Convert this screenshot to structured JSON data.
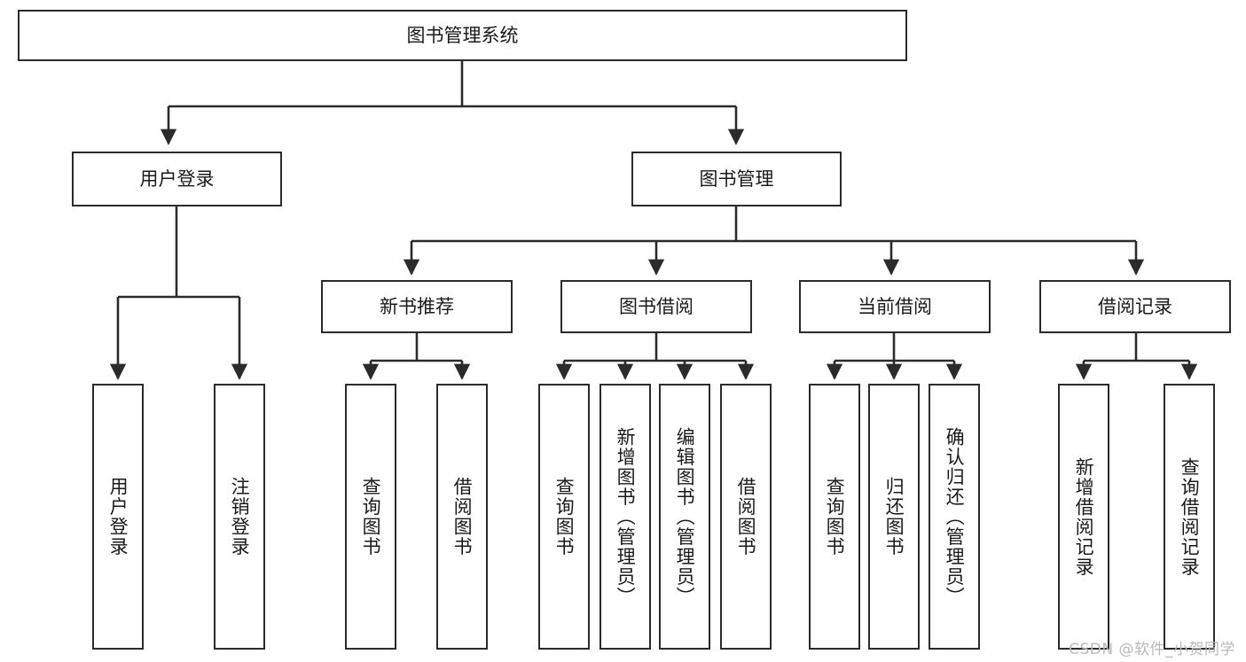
{
  "diagram": {
    "title": "图书管理系统",
    "watermark": "CSDN @软件_小贺同学",
    "line_color": "#2b2b2b",
    "box_fill": "#ffffff",
    "text_color": "#1a1a1a",
    "nodes": {
      "root": "图书管理系统",
      "l2_user_login": "用户登录",
      "l2_book_mgmt": "图书管理",
      "l3_new_book_rec": "新书推荐",
      "l3_book_borrow": "图书借阅",
      "l3_current_borrow": "当前借阅",
      "l3_borrow_record": "借阅记录",
      "leaf_user_login": "用户登录",
      "leaf_logout": "注销登录",
      "leaf_query_book_1": "查询图书",
      "leaf_borrow_book_1": "借阅图书",
      "leaf_query_book_2": "查询图书",
      "leaf_add_book_admin": "新增图书（管理员）",
      "leaf_edit_book_admin": "编辑图书（管理员）",
      "leaf_borrow_book_2": "借阅图书",
      "leaf_query_book_3": "查询图书",
      "leaf_return_book": "归还图书",
      "leaf_confirm_return_admin": "确认归还（管理员）",
      "leaf_add_record": "新增借阅记录",
      "leaf_query_record": "查询借阅记录"
    },
    "hierarchy": [
      {
        "label": "图书管理系统",
        "children": [
          {
            "label": "用户登录",
            "children": [
              {
                "label": "用户登录"
              },
              {
                "label": "注销登录"
              }
            ]
          },
          {
            "label": "图书管理",
            "children": [
              {
                "label": "新书推荐",
                "children": [
                  {
                    "label": "查询图书"
                  },
                  {
                    "label": "借阅图书"
                  }
                ]
              },
              {
                "label": "图书借阅",
                "children": [
                  {
                    "label": "查询图书"
                  },
                  {
                    "label": "新增图书（管理员）"
                  },
                  {
                    "label": "编辑图书（管理员）"
                  },
                  {
                    "label": "借阅图书"
                  }
                ]
              },
              {
                "label": "当前借阅",
                "children": [
                  {
                    "label": "查询图书"
                  },
                  {
                    "label": "归还图书"
                  },
                  {
                    "label": "确认归还（管理员）"
                  }
                ]
              },
              {
                "label": "借阅记录",
                "children": [
                  {
                    "label": "新增借阅记录"
                  },
                  {
                    "label": "查询借阅记录"
                  }
                ]
              }
            ]
          }
        ]
      }
    ]
  }
}
